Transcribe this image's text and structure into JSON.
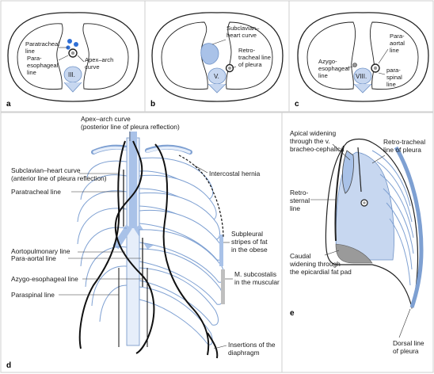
{
  "panels": {
    "a": {
      "letter": "a",
      "labels": {
        "paratracheal": [
          "Paratracheal",
          "line"
        ],
        "paraesophageal": [
          "Para-",
          "esophageal",
          "line"
        ],
        "apex_arch": [
          "Apex–arch",
          "curve"
        ],
        "vertebra": "III."
      }
    },
    "b": {
      "letter": "b",
      "labels": {
        "subclavian": [
          "Subclavian–",
          "heart curve"
        ],
        "retrotracheal": [
          "Retro-",
          "tracheal line",
          "of pleura"
        ],
        "vertebra": "V."
      }
    },
    "c": {
      "letter": "c",
      "labels": {
        "para_aortal": [
          "Para-",
          "aortal",
          "line"
        ],
        "azygo": [
          "Azygo-",
          "esophageal",
          "line"
        ],
        "paraspinal": [
          "para-",
          "spinal",
          "line"
        ],
        "vertebra": "VIII."
      }
    },
    "d": {
      "letter": "d",
      "labels": {
        "apex_arch": [
          "Apex–arch curve",
          "(posterior line of pleura reflection)"
        ],
        "subclavian": [
          "Subclavian–heart curve",
          "(anterior line of pleura reflection)"
        ],
        "paratracheal": "Paratracheal line",
        "aortopulmonary": "Aortopulmonary line",
        "para_aortal": "Para-aortal line",
        "azygo": "Azygo-esophageal line",
        "paraspinal": "Paraspinal line",
        "intercostal": "Intercostal hernia",
        "subpleural": [
          "Subpleural",
          "stripes of fat",
          "in the obese"
        ],
        "subcostalis": [
          "M. subcostalis",
          "in the muscular"
        ],
        "insertions": [
          "Insertions of the",
          "diaphragm"
        ]
      }
    },
    "e": {
      "letter": "e",
      "labels": {
        "apical": [
          "Apical widening",
          "through the v.",
          "bracheo-cephalica"
        ],
        "retrotracheal": [
          "Retro-tracheal",
          "line of pleura"
        ],
        "retrosternal": [
          "Retro-",
          "sternal",
          "line"
        ],
        "caudal": [
          "Caudal",
          "widening through",
          "the epicardial fat pad"
        ],
        "dorsal": [
          "Dorsal line",
          "of pleura"
        ]
      }
    }
  },
  "colors": {
    "bone_blue": "#6f92c6",
    "light_blue": "#c7d7f0",
    "vessel_blue": "#a9c2e8",
    "border_gray": "#cfcfcf"
  }
}
